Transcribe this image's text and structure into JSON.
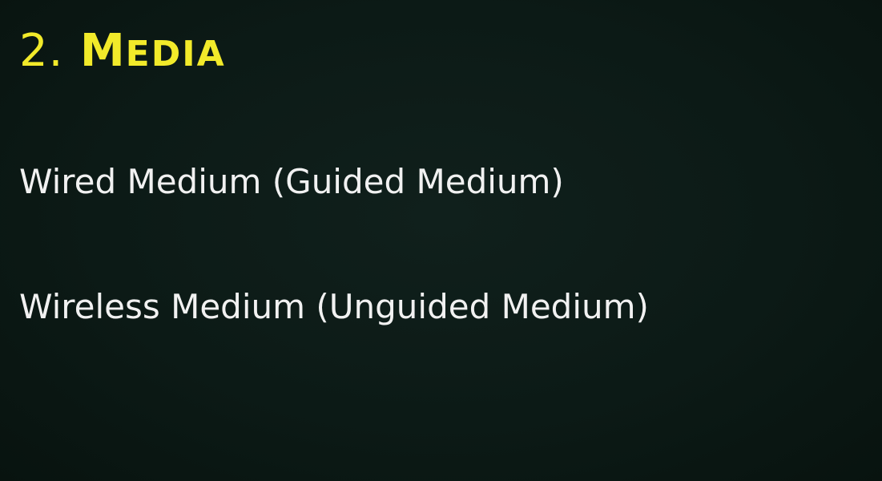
{
  "slide": {
    "title_number": "2.",
    "title_initial": "M",
    "title_rest": "EDIA",
    "bullets": [
      "Wired Medium (Guided Medium)",
      "Wireless Medium (Unguided Medium)"
    ]
  },
  "colors": {
    "background": "#0c1a16",
    "title": "#f2ea2a",
    "text": "#f1f1f1"
  }
}
